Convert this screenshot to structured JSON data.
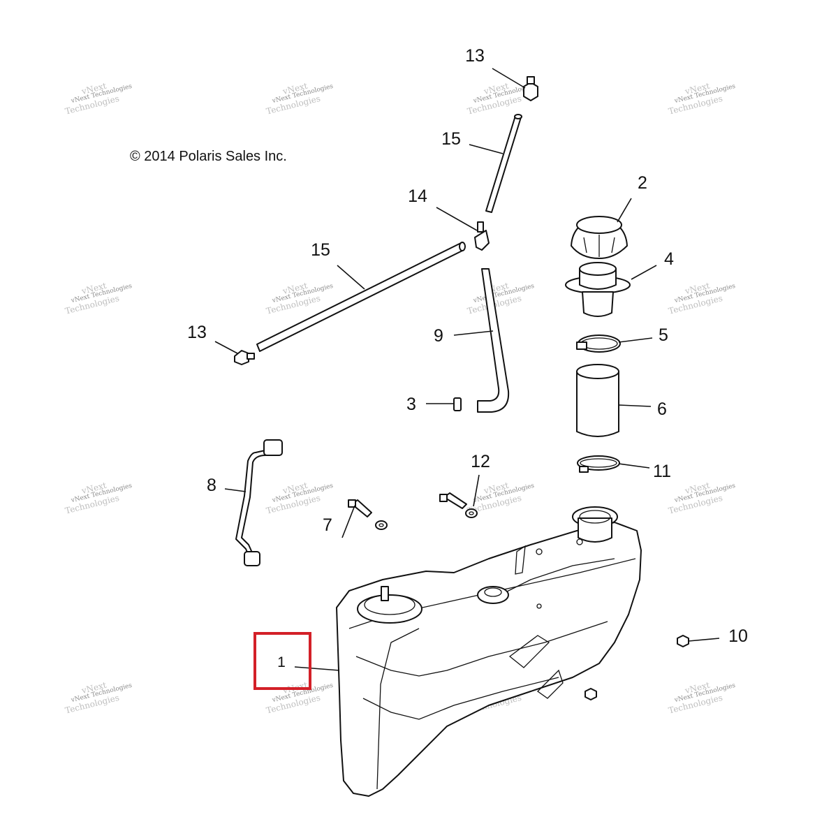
{
  "copyright": "© 2014 Polaris Sales Inc.",
  "watermark": {
    "line1": "vNext Technologies",
    "line2": "vNext\nTechnologies"
  },
  "callouts": [
    {
      "id": "c13a",
      "label": "13"
    },
    {
      "id": "c15a",
      "label": "15"
    },
    {
      "id": "c2",
      "label": "2"
    },
    {
      "id": "c14",
      "label": "14"
    },
    {
      "id": "c15b",
      "label": "15"
    },
    {
      "id": "c4",
      "label": "4"
    },
    {
      "id": "c13b",
      "label": "13"
    },
    {
      "id": "c9",
      "label": "9"
    },
    {
      "id": "c5",
      "label": "5"
    },
    {
      "id": "c3",
      "label": "3"
    },
    {
      "id": "c6",
      "label": "6"
    },
    {
      "id": "c12",
      "label": "12"
    },
    {
      "id": "c8",
      "label": "8"
    },
    {
      "id": "c11",
      "label": "11"
    },
    {
      "id": "c7",
      "label": "7"
    },
    {
      "id": "c10",
      "label": "10"
    },
    {
      "id": "c1",
      "label": "1"
    }
  ],
  "highlight_color": "#d32028"
}
